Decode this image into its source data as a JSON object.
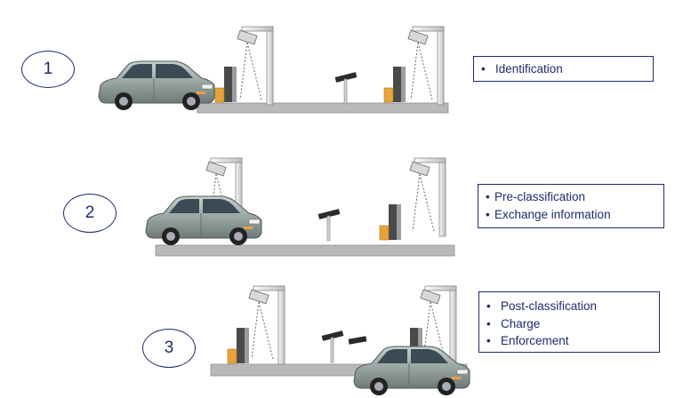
{
  "colors": {
    "navy": "#1f2a6e",
    "road": "#b9b9b9",
    "car_body": "#9aa7a5",
    "orange": "#e8a33a"
  },
  "steps": [
    {
      "number": "1",
      "items": [
        "Identification"
      ]
    },
    {
      "number": "2",
      "items": [
        "Pre-classification",
        "Exchange information"
      ]
    },
    {
      "number": "3",
      "items": [
        "Post-classification",
        "Charge",
        "Enforcement"
      ]
    }
  ],
  "bullet": "•"
}
